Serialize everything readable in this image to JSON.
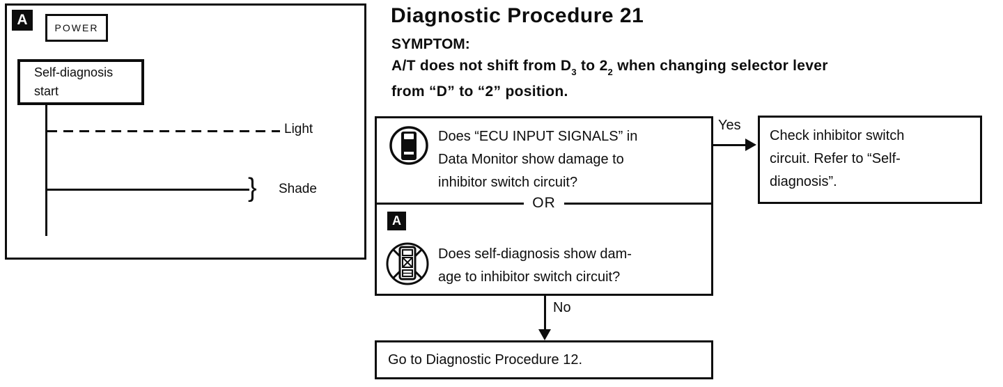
{
  "header": {
    "title": "Diagnostic Procedure 21",
    "symptom_label": "SYMPTOM:",
    "symptom_line1": {
      "part1": "A/T does not shift from D",
      "sub1": "3",
      "part2": " to 2",
      "sub2": "2",
      "part3": " when changing selector lever"
    },
    "symptom_line2": "from “D” to “2” position."
  },
  "timing_panel": {
    "marker": "A",
    "power_label": "POWER",
    "start_box_lines": [
      "Self-diagnosis",
      "start"
    ],
    "light_label": "Light",
    "shade_label": "Shade",
    "brace_glyph": "}"
  },
  "flowchart": {
    "question_consult_lines": [
      "Does “ECU INPUT SIGNALS” in",
      "Data Monitor show damage to",
      "inhibitor switch circuit?"
    ],
    "or_label": "OR",
    "marker": "A",
    "question_selfdiag_lines": [
      "Does self-diagnosis show dam-",
      "age to inhibitor switch circuit?"
    ],
    "yes_label": "Yes",
    "no_label": "No",
    "action_box_lines": [
      "Check inhibitor switch",
      "circuit. Refer to “Self-",
      "diagnosis”."
    ],
    "goto_label": "Go to Diagnostic Procedure 12."
  },
  "icons": {
    "with_consult": "consult-handset-icon",
    "without_consult": "no-consult-handset-icon"
  },
  "colors": {
    "ink": "#0d0d0d",
    "paper": "#ffffff"
  }
}
